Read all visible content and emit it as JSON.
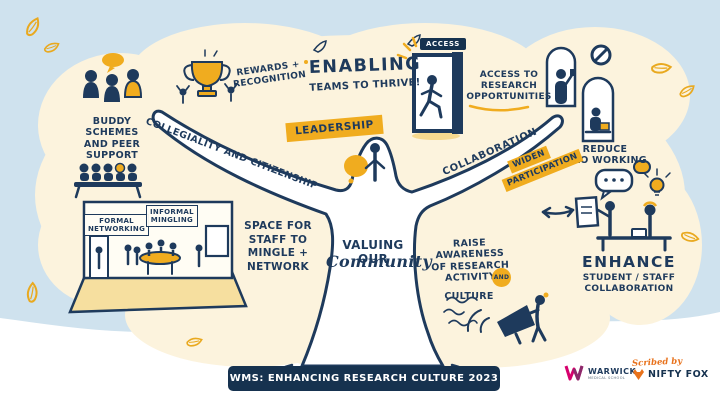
{
  "title": "WMS: Enhancing Research Culture 2023 graphic recording",
  "colors": {
    "sky_blue": "#cfe2ee",
    "cloud_cream": "#fcf3dd",
    "ink_navy": "#1e3a5c",
    "accent_yellow": "#f0ac1f",
    "banner_navy": "#16324f",
    "warwick_pink": "#d6006d",
    "fox_orange": "#e8721c"
  },
  "tree": {
    "trunk_line1": "VALUING OUR",
    "trunk_line2": "Community",
    "branch_left": "COLLEGIALITY AND CITIZENSHIP",
    "branch_top": "LEADERSHIP",
    "branch_right": "COLLABORATION",
    "widen_line1": "WIDEN",
    "widen_line2": "PARTICIPATION"
  },
  "themes": {
    "buddy": "BUDDY\nSCHEMES\nAND PEER\nSUPPORT",
    "rewards": "REWARDS +\nRECOGNITION",
    "enabling": "ENABLING",
    "enabling_sub": "TEAMS TO THRIVE!",
    "access_sign": "ACCESS",
    "access": "ACCESS TO\nRESEARCH\nOPPORTUNITIES",
    "reduce_silo": "REDUCE\nSILO WORKING",
    "formal": "FORMAL\nNETWORKING",
    "informal": "INFORMAL\nMINGLING",
    "space": "SPACE FOR\nSTAFF TO\nMINGLE +\nNETWORK",
    "raise": "RAISE\nAWARENESS\nOF RESEARCH\nACTIVITY",
    "raise_and": "AND",
    "raise_culture": "CULTURE",
    "enhance": "ENHANCE",
    "enhance_sub": "STUDENT / STAFF\nCOLLABORATION"
  },
  "footer": {
    "banner": "WMS: ENHANCING RESEARCH CULTURE 2023",
    "warwick_name": "WARWICK",
    "warwick_sub": "MEDICAL SCHOOL",
    "scribed_by": "Scribed by",
    "nifty_fox": "NIFTY FOX"
  }
}
